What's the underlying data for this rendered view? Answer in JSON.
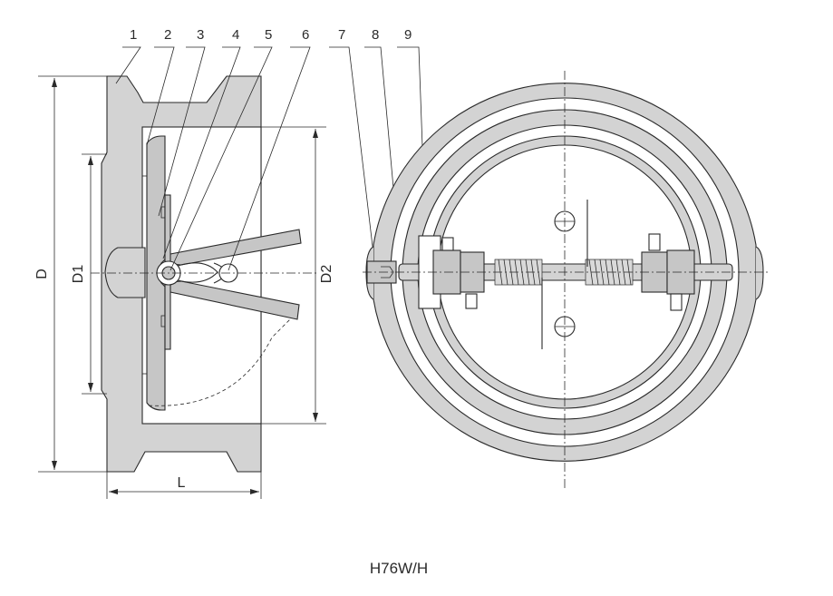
{
  "drawing": {
    "model_label": "H76W/H",
    "part_numbers": [
      "1",
      "2",
      "3",
      "4",
      "5",
      "6",
      "7",
      "8",
      "9"
    ],
    "dimensions": {
      "overall_diameter": "D",
      "inner_diameter": "D1",
      "seat_diameter": "D2",
      "length": "L"
    }
  },
  "colors": {
    "line": "#2a2a2a",
    "fill_body": "#d3d3d3",
    "fill_disc": "#c6c6c6",
    "background": "#ffffff"
  }
}
